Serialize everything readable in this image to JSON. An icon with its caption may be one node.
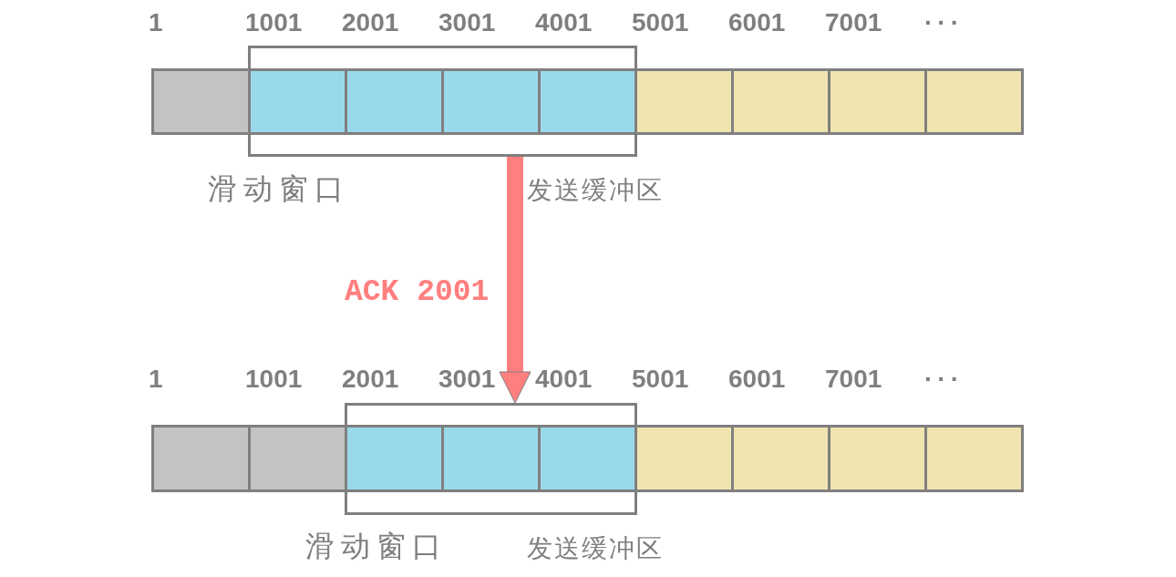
{
  "diagram": {
    "nodes": [
      {
        "text": [
          "滑动窗口"
        ]
      },
      {
        "text": [
          "发送缓冲区"
        ]
      },
      {
        "text": [
          "滑动窗口"
        ]
      },
      {
        "text": [
          "发送缓冲区"
        ]
      }
    ],
    "edges": [
      {
        "from": 0,
        "to": 2,
        "arrow": "to",
        "label": "ACK 2001",
        "color": "#ff7f7f"
      }
    ],
    "labels": [
      "1",
      "1001",
      "2001",
      "3001",
      "4001",
      "5001",
      "6001",
      "7001",
      "···",
      "1",
      "1001",
      "2001",
      "3001",
      "4001",
      "5001",
      "6001",
      "7001",
      "···"
    ]
  }
}
